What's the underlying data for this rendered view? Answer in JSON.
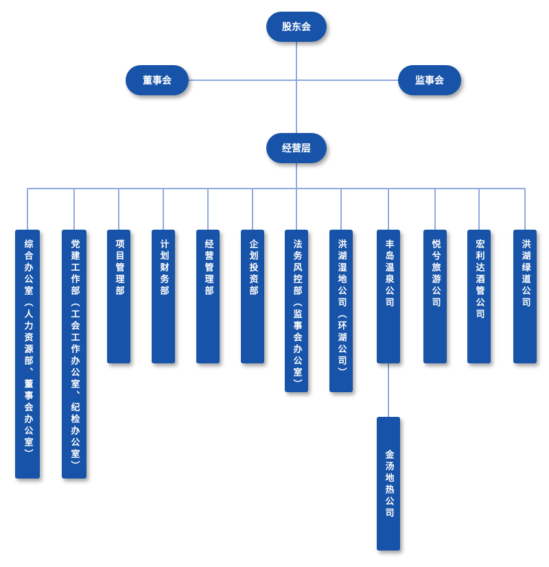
{
  "org_chart": {
    "shareholders": "股东会",
    "board": "董事会",
    "supervisors": "监事会",
    "management": "经营层",
    "departments": [
      "综合办公室（人力资源部、董事会办公室）",
      "党建工作部（工会工作办公室、纪检办公室）",
      "项目管理部",
      "计划财务部",
      "经营管理部",
      "企划投资部",
      "法务风控部（监事会办公室）",
      "洪湖湿地公司（环湖公司）",
      "丰岛温泉公司",
      "悦兮旅游公司",
      "宏利达酒管公司",
      "洪湖绿道公司"
    ],
    "sub_unit": "金汤地热公司"
  },
  "colors": {
    "node": "#1753a8",
    "line": "#8fa9de"
  }
}
